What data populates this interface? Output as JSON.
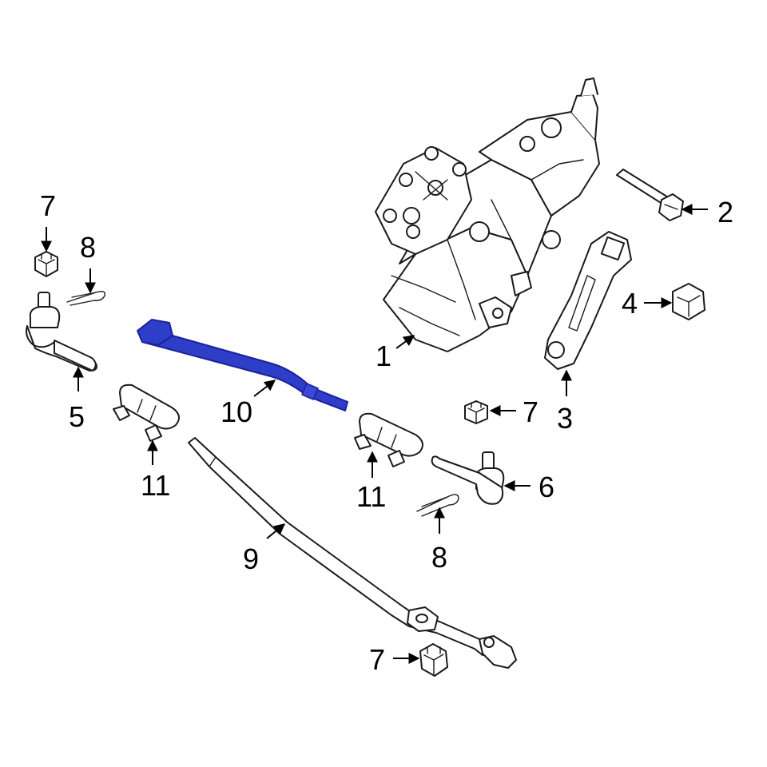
{
  "colors": {
    "background": "#ffffff",
    "line": "#1a1a1a",
    "highlight": "#2f3ec9"
  },
  "callouts": [
    {
      "id": "steering-gear",
      "label": "1"
    },
    {
      "id": "bolt",
      "label": "2"
    },
    {
      "id": "pitman-arm",
      "label": "3"
    },
    {
      "id": "nut",
      "label": "4"
    },
    {
      "id": "tie-rod-end-left",
      "label": "5"
    },
    {
      "id": "tie-rod-end-right",
      "label": "6"
    },
    {
      "id": "castle-nut-top-left",
      "label": "7"
    },
    {
      "id": "castle-nut-middle",
      "label": "7"
    },
    {
      "id": "castle-nut-bottom",
      "label": "7"
    },
    {
      "id": "cotter-pin-top",
      "label": "8"
    },
    {
      "id": "cotter-pin-bottom",
      "label": "8"
    },
    {
      "id": "drag-link",
      "label": "9"
    },
    {
      "id": "tie-rod-highlighted",
      "label": "10"
    },
    {
      "id": "adjusting-sleeve-left",
      "label": "11"
    },
    {
      "id": "adjusting-sleeve-right",
      "label": "11"
    }
  ]
}
